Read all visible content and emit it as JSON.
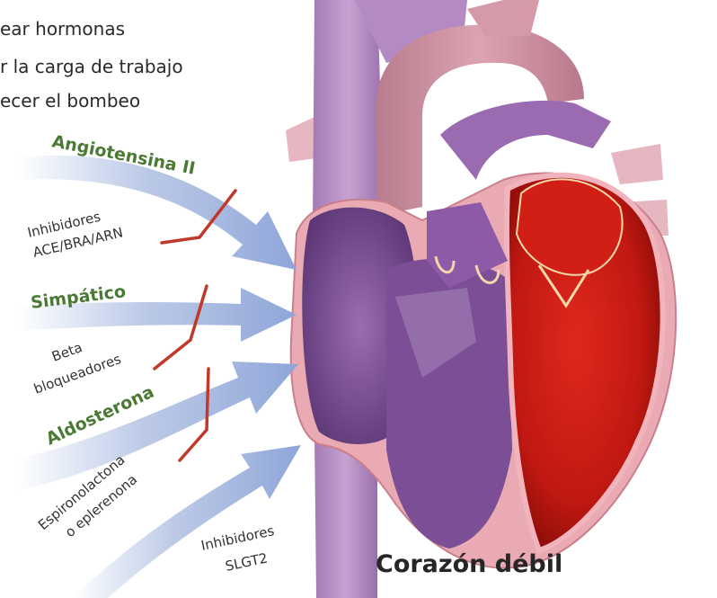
{
  "intro_lines": [
    "ear hormonas",
    "r la carga de trabajo",
    "ecer el bombeo"
  ],
  "hormones": {
    "angiotensin": "Angiotensina II",
    "sympathetic": "Simpático",
    "aldosterone": "Aldosterona"
  },
  "inhibitors": {
    "ace": [
      "Inhibidores",
      "ACE/BRA/ARN"
    ],
    "beta": [
      "Beta",
      "bloqueadores"
    ],
    "spiro": [
      "Espironolactona",
      "o eplerenona"
    ],
    "slgt2": [
      "Inhibidores",
      "SLGT2"
    ]
  },
  "caption": "Corazón débil",
  "colors": {
    "hormone_label": "#4a7a33",
    "arrow": "#9fb3dd",
    "block_line": "#c0392b",
    "heart_red": "#c81a14",
    "heart_purple": "#7e4f9a",
    "aorta_pink": "#c98a9b",
    "vessel_lavender": "#b98fc4"
  }
}
